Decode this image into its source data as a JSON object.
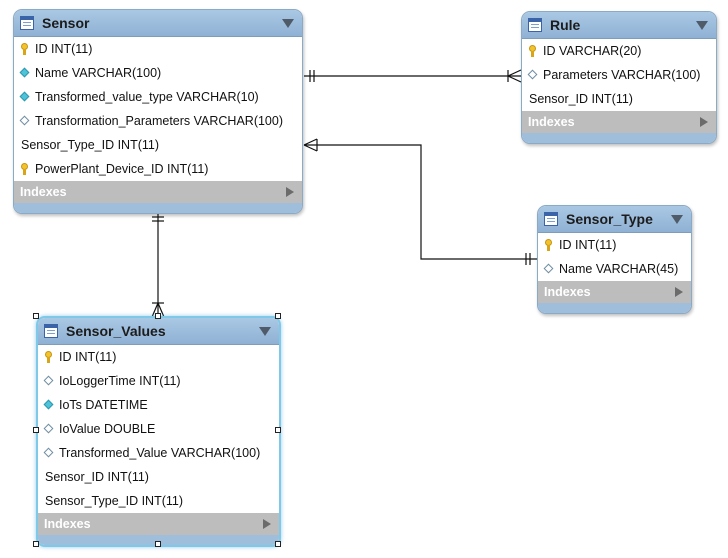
{
  "tables": {
    "sensor": {
      "name": "Sensor",
      "columns": [
        {
          "label": "ID INT(11)",
          "icon": "primary-key-icon"
        },
        {
          "label": "Name VARCHAR(100)",
          "icon": "filled-diamond-icon"
        },
        {
          "label": "Transformed_value_type VARCHAR(10)",
          "icon": "filled-diamond-icon"
        },
        {
          "label": "Transformation_Parameters VARCHAR(100)",
          "icon": "open-diamond-icon"
        },
        {
          "label": "Sensor_Type_ID INT(11)",
          "icon": "none"
        },
        {
          "label": "PowerPlant_Device_ID INT(11)",
          "icon": "primary-key-icon"
        }
      ],
      "indexes_label": "Indexes"
    },
    "rule": {
      "name": "Rule",
      "columns": [
        {
          "label": "ID VARCHAR(20)",
          "icon": "primary-key-icon"
        },
        {
          "label": "Parameters VARCHAR(100)",
          "icon": "open-diamond-icon"
        },
        {
          "label": "Sensor_ID INT(11)",
          "icon": "none"
        }
      ],
      "indexes_label": "Indexes"
    },
    "sensor_type": {
      "name": "Sensor_Type",
      "columns": [
        {
          "label": "ID INT(11)",
          "icon": "primary-key-icon"
        },
        {
          "label": "Name VARCHAR(45)",
          "icon": "open-diamond-icon"
        }
      ],
      "indexes_label": "Indexes"
    },
    "sensor_values": {
      "name": "Sensor_Values",
      "columns": [
        {
          "label": "ID INT(11)",
          "icon": "primary-key-icon"
        },
        {
          "label": "IoLoggerTime INT(11)",
          "icon": "open-diamond-icon"
        },
        {
          "label": "IoTs DATETIME",
          "icon": "filled-diamond-icon"
        },
        {
          "label": "IoValue DOUBLE",
          "icon": "open-diamond-icon"
        },
        {
          "label": "Transformed_Value VARCHAR(100)",
          "icon": "open-diamond-icon"
        },
        {
          "label": "Sensor_ID INT(11)",
          "icon": "none"
        },
        {
          "label": "Sensor_Type_ID INT(11)",
          "icon": "none"
        }
      ],
      "indexes_label": "Indexes"
    }
  },
  "colors": {
    "header": "#9dbedd",
    "indexes_bar": "#bdbdbd",
    "connector": "#111111",
    "selection": "#7ec8e8"
  }
}
